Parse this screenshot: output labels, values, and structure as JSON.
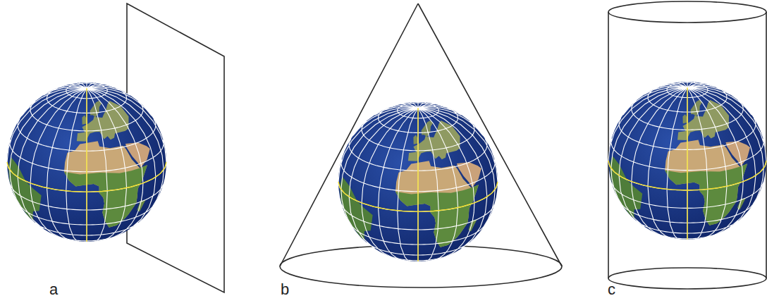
{
  "diagram": {
    "labels": [
      "a",
      "b",
      "c"
    ]
  }
}
